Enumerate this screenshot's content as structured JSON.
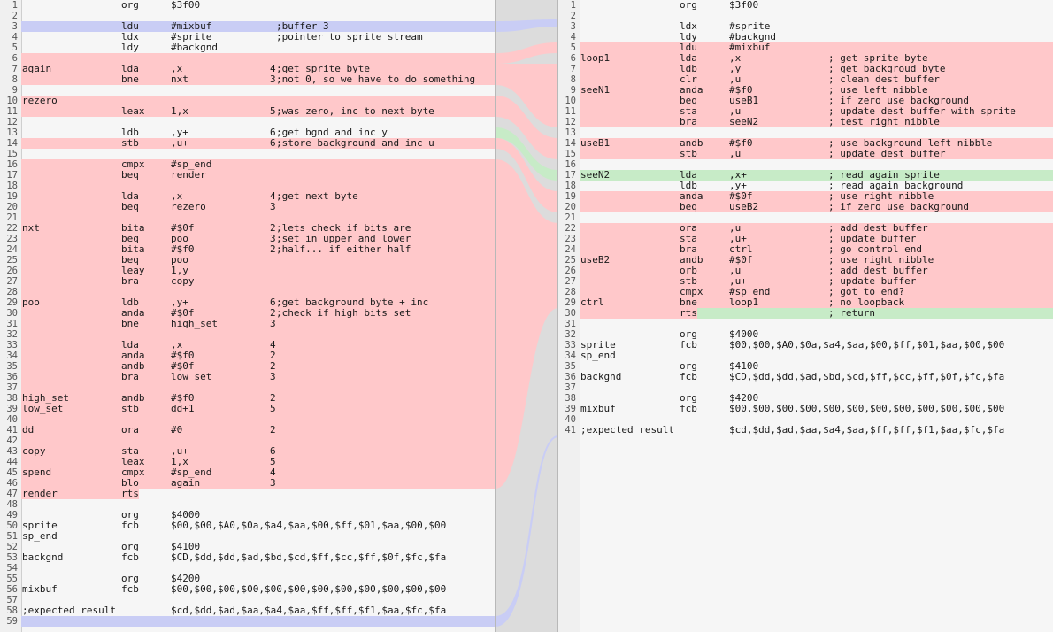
{
  "left": {
    "lines": [
      {
        "n": "1",
        "label": "",
        "op": "org",
        "arg": "$3f00",
        "cyc": "",
        "cmt": "",
        "hl": ""
      },
      {
        "n": "2",
        "label": "",
        "op": "",
        "arg": "",
        "cyc": "",
        "cmt": "",
        "hl": ""
      },
      {
        "n": "3",
        "label": "",
        "op": "ldu",
        "arg": "#mixbuf",
        "cyc": "",
        "cmt": ";buffer 3",
        "hl": "blue"
      },
      {
        "n": "4",
        "label": "",
        "op": "ldx",
        "arg": "#sprite",
        "cyc": "",
        "cmt": ";pointer to sprite stream",
        "hl": ""
      },
      {
        "n": "5",
        "label": "",
        "op": "ldy",
        "arg": "#backgnd",
        "cyc": "",
        "cmt": "",
        "hl": ""
      },
      {
        "n": "6",
        "label": "",
        "op": "",
        "arg": "",
        "cyc": "",
        "cmt": "",
        "hl": "del"
      },
      {
        "n": "7",
        "label": "again",
        "op": "lda",
        "arg": ",x",
        "cyc": "4",
        "cmt": ";get sprite byte",
        "hl": "del-partial"
      },
      {
        "n": "8",
        "label": "",
        "op": "bne",
        "arg": "nxt",
        "cyc": "3",
        "cmt": ";not 0, so we have to do something",
        "hl": "del"
      },
      {
        "n": "9",
        "label": "",
        "op": "",
        "arg": "",
        "cyc": "",
        "cmt": "",
        "hl": ""
      },
      {
        "n": "10",
        "label": "rezero",
        "op": "",
        "arg": "",
        "cyc": "",
        "cmt": "",
        "hl": "del"
      },
      {
        "n": "11",
        "label": "",
        "op": "leax",
        "arg": "1,x",
        "cyc": "5",
        "cmt": ";was zero, inc to next byte",
        "hl": "del"
      },
      {
        "n": "12",
        "label": "",
        "op": "",
        "arg": "",
        "cyc": "",
        "cmt": "",
        "hl": ""
      },
      {
        "n": "13",
        "label": "",
        "op": "ldb",
        "arg": ",y+",
        "cyc": "6",
        "cmt": ";get bgnd and inc y",
        "hl": ""
      },
      {
        "n": "14",
        "label": "",
        "op": "stb",
        "arg": ",u+",
        "cyc": "6",
        "cmt": ";store background and inc u",
        "hl": "del"
      },
      {
        "n": "15",
        "label": "",
        "op": "",
        "arg": "",
        "cyc": "",
        "cmt": "",
        "hl": ""
      },
      {
        "n": "16",
        "label": "",
        "op": "cmpx",
        "arg": "#sp_end",
        "cyc": "",
        "cmt": "",
        "hl": "del"
      },
      {
        "n": "17",
        "label": "",
        "op": "beq",
        "arg": "render",
        "cyc": "",
        "cmt": "",
        "hl": "del"
      },
      {
        "n": "18",
        "label": "",
        "op": "",
        "arg": "",
        "cyc": "",
        "cmt": "",
        "hl": "del"
      },
      {
        "n": "19",
        "label": "",
        "op": "lda",
        "arg": ",x",
        "cyc": "4",
        "cmt": ";get next byte",
        "hl": "del"
      },
      {
        "n": "20",
        "label": "",
        "op": "beq",
        "arg": "rezero",
        "cyc": "3",
        "cmt": "",
        "hl": "del"
      },
      {
        "n": "21",
        "label": "",
        "op": "",
        "arg": "",
        "cyc": "",
        "cmt": "",
        "hl": "del"
      },
      {
        "n": "22",
        "label": "nxt",
        "op": "bita",
        "arg": "#$0f",
        "cyc": "2",
        "cmt": ";lets check if bits are",
        "hl": "del"
      },
      {
        "n": "23",
        "label": "",
        "op": "beq",
        "arg": "poo",
        "cyc": "3",
        "cmt": ";set in upper and lower",
        "hl": "del"
      },
      {
        "n": "24",
        "label": "",
        "op": "bita",
        "arg": "#$f0",
        "cyc": "2",
        "cmt": ";half... if either half",
        "hl": "del"
      },
      {
        "n": "25",
        "label": "",
        "op": "beq",
        "arg": "poo",
        "cyc": "",
        "cmt": "",
        "hl": "del"
      },
      {
        "n": "26",
        "label": "",
        "op": "leay",
        "arg": "1,y",
        "cyc": "",
        "cmt": "",
        "hl": "del"
      },
      {
        "n": "27",
        "label": "",
        "op": "bra",
        "arg": "copy",
        "cyc": "",
        "cmt": "",
        "hl": "del"
      },
      {
        "n": "28",
        "label": "",
        "op": "",
        "arg": "",
        "cyc": "",
        "cmt": "",
        "hl": "del"
      },
      {
        "n": "29",
        "label": "poo",
        "op": "ldb",
        "arg": ",y+",
        "cyc": "6",
        "cmt": ";get background byte + inc",
        "hl": "del"
      },
      {
        "n": "30",
        "label": "",
        "op": "anda",
        "arg": "#$0f",
        "cyc": "2",
        "cmt": ";check if high bits set",
        "hl": "del"
      },
      {
        "n": "31",
        "label": "",
        "op": "bne",
        "arg": "high_set",
        "cyc": "3",
        "cmt": "",
        "hl": "del"
      },
      {
        "n": "32",
        "label": "",
        "op": "",
        "arg": "",
        "cyc": "",
        "cmt": "",
        "hl": "del"
      },
      {
        "n": "33",
        "label": "",
        "op": "lda",
        "arg": ",x",
        "cyc": "4",
        "cmt": "",
        "hl": "del"
      },
      {
        "n": "34",
        "label": "",
        "op": "anda",
        "arg": "#$f0",
        "cyc": "2",
        "cmt": "",
        "hl": "del"
      },
      {
        "n": "35",
        "label": "",
        "op": "andb",
        "arg": "#$0f",
        "cyc": "2",
        "cmt": "",
        "hl": "del"
      },
      {
        "n": "36",
        "label": "",
        "op": "bra",
        "arg": "low_set",
        "cyc": "3",
        "cmt": "",
        "hl": "del"
      },
      {
        "n": "37",
        "label": "",
        "op": "",
        "arg": "",
        "cyc": "",
        "cmt": "",
        "hl": "del"
      },
      {
        "n": "38",
        "label": "high_set",
        "op": "andb",
        "arg": "#$f0",
        "cyc": "2",
        "cmt": "",
        "hl": "del"
      },
      {
        "n": "39",
        "label": "low_set",
        "op": "stb",
        "arg": "dd+1",
        "cyc": "5",
        "cmt": "",
        "hl": "del"
      },
      {
        "n": "40",
        "label": "",
        "op": "",
        "arg": "",
        "cyc": "",
        "cmt": "",
        "hl": "del"
      },
      {
        "n": "41",
        "label": "dd",
        "op": "ora",
        "arg": "#0",
        "cyc": "2",
        "cmt": "",
        "hl": "del"
      },
      {
        "n": "42",
        "label": "",
        "op": "",
        "arg": "",
        "cyc": "",
        "cmt": "",
        "hl": "del"
      },
      {
        "n": "43",
        "label": "copy",
        "op": "sta",
        "arg": ",u+",
        "cyc": "6",
        "cmt": "",
        "hl": "del"
      },
      {
        "n": "44",
        "label": "",
        "op": "leax",
        "arg": "1,x",
        "cyc": "5",
        "cmt": "",
        "hl": "del"
      },
      {
        "n": "45",
        "label": "spend",
        "op": "cmpx",
        "arg": "#sp_end",
        "cyc": "4",
        "cmt": "",
        "hl": "del"
      },
      {
        "n": "46",
        "label": "",
        "op": "blo",
        "arg": "again",
        "cyc": "3",
        "cmt": "",
        "hl": "del"
      },
      {
        "n": "47",
        "label": "render",
        "op": "rts",
        "arg": "",
        "cyc": "",
        "cmt": "",
        "hl": "del-label"
      },
      {
        "n": "48",
        "label": "",
        "op": "",
        "arg": "",
        "cyc": "",
        "cmt": "",
        "hl": ""
      },
      {
        "n": "49",
        "label": "",
        "op": "org",
        "arg": "$4000",
        "cyc": "",
        "cmt": "",
        "hl": ""
      },
      {
        "n": "50",
        "label": "sprite",
        "op": "fcb",
        "arg": "$00,$00,$A0,$0a,$a4,$aa,$00,$ff,$01,$aa,$00,$00",
        "cyc": "",
        "cmt": "",
        "hl": ""
      },
      {
        "n": "51",
        "label": "sp_end",
        "op": "",
        "arg": "",
        "cyc": "",
        "cmt": "",
        "hl": ""
      },
      {
        "n": "52",
        "label": "",
        "op": "org",
        "arg": "$4100",
        "cyc": "",
        "cmt": "",
        "hl": ""
      },
      {
        "n": "53",
        "label": "backgnd",
        "op": "fcb",
        "arg": "$CD,$dd,$dd,$ad,$bd,$cd,$ff,$cc,$ff,$0f,$fc,$fa",
        "cyc": "",
        "cmt": "",
        "hl": ""
      },
      {
        "n": "54",
        "label": "",
        "op": "",
        "arg": "",
        "cyc": "",
        "cmt": "",
        "hl": ""
      },
      {
        "n": "55",
        "label": "",
        "op": "org",
        "arg": "$4200",
        "cyc": "",
        "cmt": "",
        "hl": ""
      },
      {
        "n": "56",
        "label": "mixbuf",
        "op": "fcb",
        "arg": "$00,$00,$00,$00,$00,$00,$00,$00,$00,$00,$00,$00",
        "cyc": "",
        "cmt": "",
        "hl": ""
      },
      {
        "n": "57",
        "label": "",
        "op": "",
        "arg": "",
        "cyc": "",
        "cmt": "",
        "hl": ""
      },
      {
        "n": "58",
        "label": ";expected result",
        "op": "",
        "arg": "$cd,$dd,$ad,$aa,$a4,$aa,$ff,$ff,$f1,$aa,$fc,$fa",
        "cyc": "",
        "cmt": "",
        "hl": ""
      },
      {
        "n": "59",
        "label": "",
        "op": "",
        "arg": "",
        "cyc": "",
        "cmt": "",
        "hl": "blue"
      }
    ]
  },
  "right": {
    "lines": [
      {
        "n": "1",
        "label": "",
        "op": "org",
        "arg": "$3f00",
        "cmt": "",
        "hl": ""
      },
      {
        "n": "2",
        "label": "",
        "op": "",
        "arg": "",
        "cmt": "",
        "hl": ""
      },
      {
        "n": "3",
        "label": "",
        "op": "ldx",
        "arg": "#sprite",
        "cmt": "",
        "hl": ""
      },
      {
        "n": "4",
        "label": "",
        "op": "ldy",
        "arg": "#backgnd",
        "cmt": "",
        "hl": ""
      },
      {
        "n": "5",
        "label": "",
        "op": "ldu",
        "arg": "#mixbuf",
        "cmt": "",
        "hl": "del"
      },
      {
        "n": "6",
        "label": "loop1",
        "op": "lda",
        "arg": ",x",
        "cmt": "; get sprite byte",
        "hl": "del"
      },
      {
        "n": "7",
        "label": "",
        "op": "ldb",
        "arg": ",y",
        "cmt": "; get backgroud byte",
        "hl": "del-partial"
      },
      {
        "n": "8",
        "label": "",
        "op": "clr",
        "arg": ",u",
        "cmt": "; clean dest buffer",
        "hl": "del"
      },
      {
        "n": "9",
        "label": "seeN1",
        "op": "anda",
        "arg": "#$f0",
        "cmt": "; use left nibble",
        "hl": "del"
      },
      {
        "n": "10",
        "label": "",
        "op": "beq",
        "arg": "useB1",
        "cmt": "; if zero use background",
        "hl": "del"
      },
      {
        "n": "11",
        "label": "",
        "op": "sta",
        "arg": ",u",
        "cmt": "; update dest buffer with sprite",
        "hl": "del"
      },
      {
        "n": "12",
        "label": "",
        "op": "bra",
        "arg": "seeN2",
        "cmt": "; test right nibble",
        "hl": "del"
      },
      {
        "n": "13",
        "label": "",
        "op": "",
        "arg": "",
        "cmt": "",
        "hl": ""
      },
      {
        "n": "14",
        "label": "useB1",
        "op": "andb",
        "arg": "#$f0",
        "cmt": "; use background left nibble",
        "hl": "del"
      },
      {
        "n": "15",
        "label": "",
        "op": "stb",
        "arg": ",u",
        "cmt": "; update dest buffer",
        "hl": "del"
      },
      {
        "n": "16",
        "label": "",
        "op": "",
        "arg": "",
        "cmt": "",
        "hl": ""
      },
      {
        "n": "17",
        "label": "seeN2",
        "op": "lda",
        "arg": ",x+",
        "cmt": "; read again sprite",
        "hl": "add"
      },
      {
        "n": "18",
        "label": "",
        "op": "ldb",
        "arg": ",y+",
        "cmt": "; read again background",
        "hl": ""
      },
      {
        "n": "19",
        "label": "",
        "op": "anda",
        "arg": "#$0f",
        "cmt": "; use right nibble",
        "hl": "del"
      },
      {
        "n": "20",
        "label": "",
        "op": "beq",
        "arg": "useB2",
        "cmt": "; if zero use background",
        "hl": "del"
      },
      {
        "n": "21",
        "label": "",
        "op": "",
        "arg": "",
        "cmt": "",
        "hl": ""
      },
      {
        "n": "22",
        "label": "",
        "op": "ora",
        "arg": ",u",
        "cmt": "; add dest buffer",
        "hl": "del"
      },
      {
        "n": "23",
        "label": "",
        "op": "sta",
        "arg": ",u+",
        "cmt": "; update buffer",
        "hl": "del"
      },
      {
        "n": "24",
        "label": "",
        "op": "bra",
        "arg": "ctrl",
        "cmt": "; go control end",
        "hl": "del"
      },
      {
        "n": "25",
        "label": "useB2",
        "op": "andb",
        "arg": "#$0f",
        "cmt": "; use right nibble",
        "hl": "del"
      },
      {
        "n": "26",
        "label": "",
        "op": "orb",
        "arg": ",u",
        "cmt": "; add dest buffer",
        "hl": "del"
      },
      {
        "n": "27",
        "label": "",
        "op": "stb",
        "arg": ",u+",
        "cmt": "; update buffer",
        "hl": "del"
      },
      {
        "n": "28",
        "label": "",
        "op": "cmpx",
        "arg": "#sp_end",
        "cmt": "; got to end?",
        "hl": "del"
      },
      {
        "n": "29",
        "label": "ctrl",
        "op": "bne",
        "arg": "loop1",
        "cmt": "; no loopback",
        "hl": "del"
      },
      {
        "n": "30",
        "label": "",
        "op": "rts",
        "arg": "",
        "cmt": "; return",
        "hl": "mixed"
      },
      {
        "n": "31",
        "label": "",
        "op": "",
        "arg": "",
        "cmt": "",
        "hl": ""
      },
      {
        "n": "32",
        "label": "",
        "op": "org",
        "arg": "$4000",
        "cmt": "",
        "hl": ""
      },
      {
        "n": "33",
        "label": "sprite",
        "op": "fcb",
        "arg": "$00,$00,$A0,$0a,$a4,$aa,$00,$ff,$01,$aa,$00,$00",
        "cmt": "",
        "hl": ""
      },
      {
        "n": "34",
        "label": "sp_end",
        "op": "",
        "arg": "",
        "cmt": "",
        "hl": ""
      },
      {
        "n": "35",
        "label": "",
        "op": "org",
        "arg": "$4100",
        "cmt": "",
        "hl": ""
      },
      {
        "n": "36",
        "label": "backgnd",
        "op": "fcb",
        "arg": "$CD,$dd,$dd,$ad,$bd,$cd,$ff,$cc,$ff,$0f,$fc,$fa",
        "cmt": "",
        "hl": ""
      },
      {
        "n": "37",
        "label": "",
        "op": "",
        "arg": "",
        "cmt": "",
        "hl": ""
      },
      {
        "n": "38",
        "label": "",
        "op": "org",
        "arg": "$4200",
        "cmt": "",
        "hl": ""
      },
      {
        "n": "39",
        "label": "mixbuf",
        "op": "fcb",
        "arg": "$00,$00,$00,$00,$00,$00,$00,$00,$00,$00,$00,$00",
        "cmt": "",
        "hl": ""
      },
      {
        "n": "40",
        "label": "",
        "op": "",
        "arg": "",
        "cmt": "",
        "hl": ""
      },
      {
        "n": "41",
        "label": ";expected result",
        "op": "",
        "arg": "$cd,$dd,$ad,$aa,$a4,$aa,$ff,$ff,$f1,$aa,$fc,$fa",
        "cmt": "",
        "hl": ""
      }
    ]
  },
  "colors": {
    "deleted": "#ffc8ca",
    "added": "#c7ebc7",
    "moved": "#c9cdf5",
    "connector": "#dcdcdc"
  }
}
